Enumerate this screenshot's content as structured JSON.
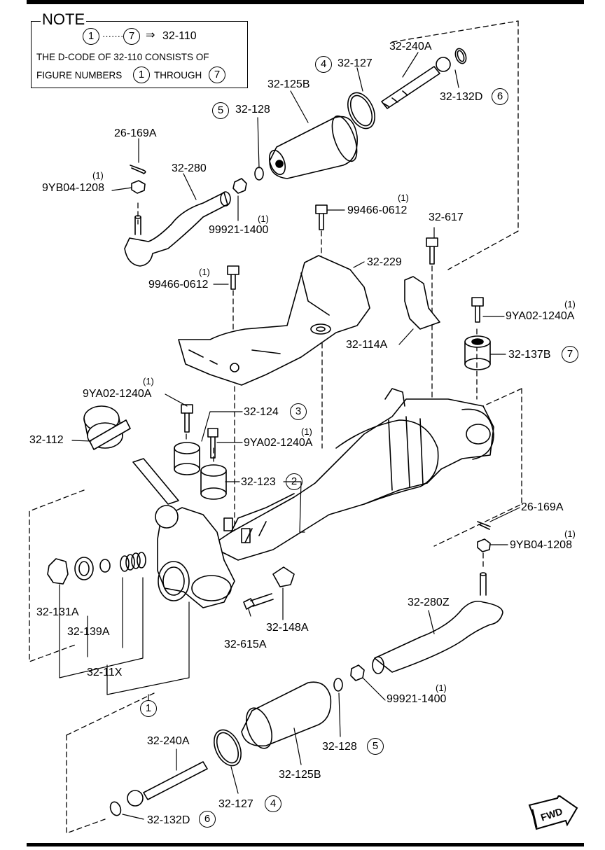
{
  "note": {
    "title": "NOTE",
    "line1_from": "1",
    "line1_dots": "·······",
    "line1_to": "7",
    "line1_arrow": "⇒",
    "line1_code": "32-110",
    "line2": "THE D-CODE OF  32-110  CONSISTS OF",
    "line3_a": "FIGURE NUMBERS",
    "line3_n1": "1",
    "line3_b": "THROUGH",
    "line3_n2": "7"
  },
  "callouts": {
    "p32_240A_top": "32-240A",
    "p32_127_top": "32-127",
    "p32_127_top_fig": "4",
    "p32_132D_top": "32-132D",
    "p32_132D_top_fig": "6",
    "p32_125B_top": "32-125B",
    "p32_128_top": "32-128",
    "p32_128_top_fig": "5",
    "p26_169A_top": "26-169A",
    "p32_280": "32-280",
    "p9YB04_1208_top": "9YB04-1208",
    "p9YB04_1208_top_qty": "(1)",
    "p99921_1400_top": "99921-1400",
    "p99921_1400_top_qty": "(1)",
    "p99466_0612_a": "99466-0612",
    "p99466_0612_a_qty": "(1)",
    "p32_617": "32-617",
    "p32_229": "32-229",
    "p99466_0612_b": "99466-0612",
    "p99466_0612_b_qty": "(1)",
    "p9YA02_1240A_r": "9YA02-1240A",
    "p9YA02_1240A_r_qty": "(1)",
    "p32_114A": "32-114A",
    "p32_137B": "32-137B",
    "p32_137B_fig": "7",
    "p9YA02_1240A_l": "9YA02-1240A",
    "p9YA02_1240A_l_qty": "(1)",
    "p32_124": "32-124",
    "p32_124_fig": "3",
    "p32_112": "32-112",
    "p9YA02_1240A_m": "9YA02-1240A",
    "p9YA02_1240A_m_qty": "(1)",
    "p32_123": "32-123",
    "p32_123_fig": "2",
    "p26_169A_bot": "26-169A",
    "p9YB04_1208_bot": "9YB04-1208",
    "p9YB04_1208_bot_qty": "(1)",
    "p32_131A": "32-131A",
    "p32_139A": "32-139A",
    "p32_11X": "32-11X",
    "p32_615A": "32-615A",
    "p32_148A": "32-148A",
    "p32_280Z": "32-280Z",
    "p99921_1400_bot": "99921-1400",
    "p99921_1400_bot_qty": "(1)",
    "fig1": "1",
    "p32_240A_bot": "32-240A",
    "p32_128_bot": "32-128",
    "p32_128_bot_fig": "5",
    "p32_125B_bot": "32-125B",
    "p32_127_bot": "32-127",
    "p32_127_bot_fig": "4",
    "p32_132D_bot": "32-132D",
    "p32_132D_bot_fig": "6"
  },
  "fwd_label": "FWD"
}
